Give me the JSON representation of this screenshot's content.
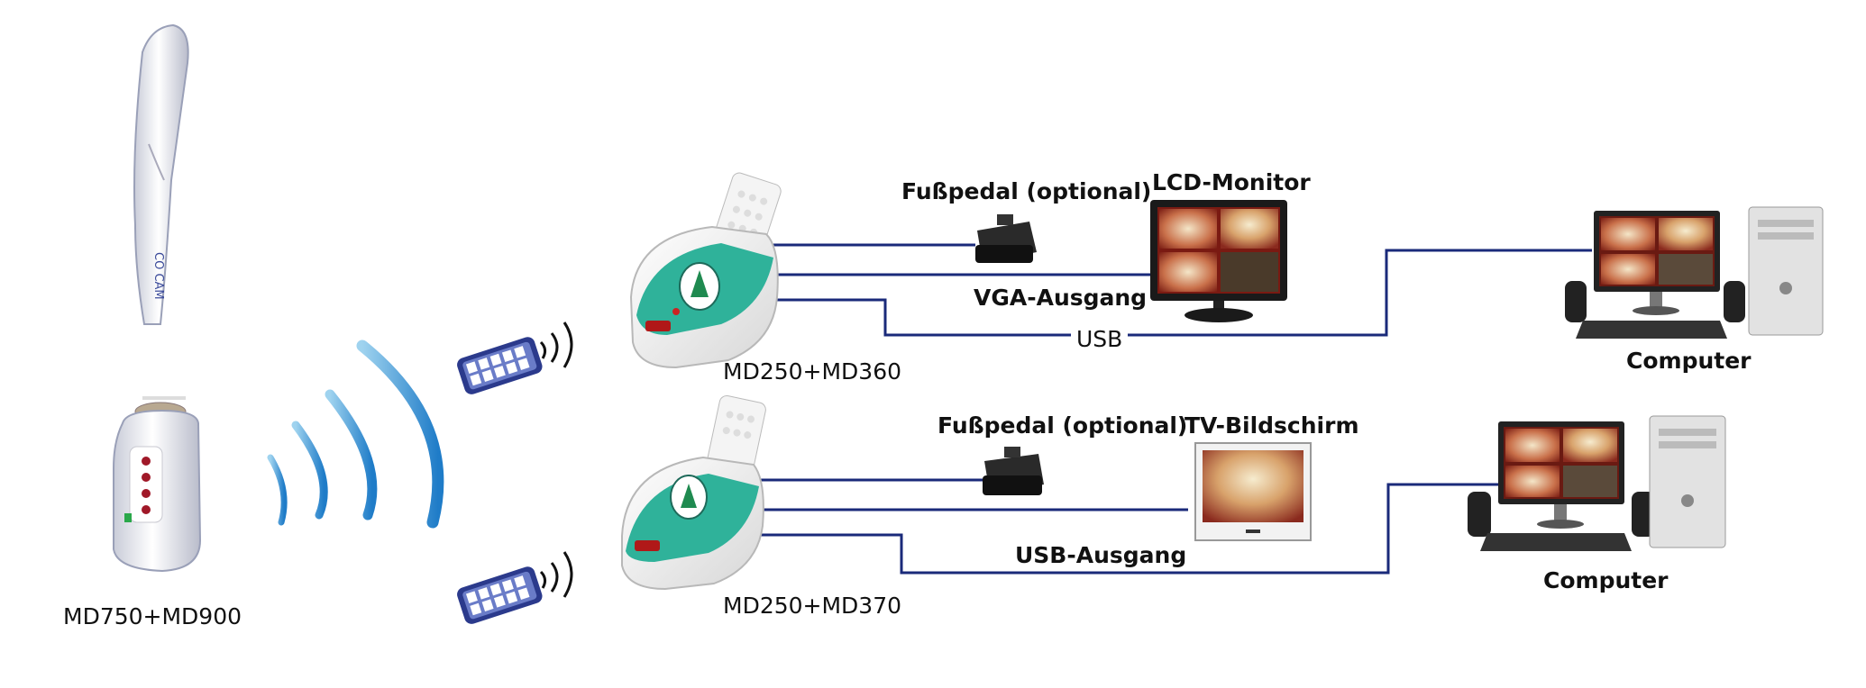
{
  "camera": {
    "label": "MD750+MD900",
    "brand": "CO CAM"
  },
  "top_system": {
    "unit_label": "MD250+MD360",
    "pedal_label": "Fußpedal (optional)",
    "monitor_label": "LCD-Monitor",
    "vga_label": "VGA-Ausgang",
    "usb_label": "USB",
    "computer_label": "Computer"
  },
  "bottom_system": {
    "unit_label": "MD250+MD370",
    "pedal_label": "Fußpedal (optional)",
    "tv_label": "TV-Bildschirm",
    "usb_label": "USB-Ausgang",
    "computer_label": "Computer"
  },
  "colors": {
    "cable": "#1a2a7a",
    "wave": "#2a86d0",
    "teal": "#2fb29a",
    "device_white": "#f2f2f2"
  }
}
